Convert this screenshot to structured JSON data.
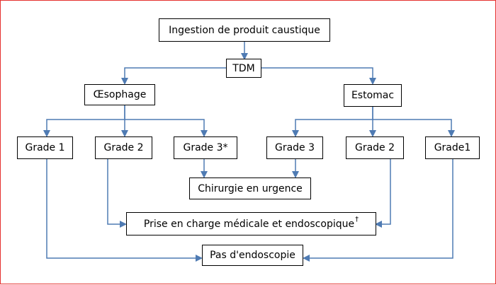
{
  "colors": {
    "arrow": "#4f7bb3",
    "border": "#e5312f",
    "box_border": "#000000"
  },
  "nodes": {
    "ingestion": "Ingestion de produit caustique",
    "tdm": "TDM",
    "oesophage": "Œsophage",
    "estomac": "Estomac",
    "oeso_grade1": "Grade 1",
    "oeso_grade2": "Grade 2",
    "oeso_grade3": "Grade 3*",
    "est_grade3": "Grade 3",
    "est_grade2": "Grade 2",
    "est_grade1": "Grade1",
    "chirurgie": "Chirurgie en urgence",
    "prise_en_charge": "Prise en charge médicale et endoscopique",
    "prise_en_charge_mark": "†",
    "pas_endoscopie": "Pas d'endoscopie"
  },
  "edges": [
    [
      "ingestion",
      "tdm"
    ],
    [
      "tdm",
      "oesophage"
    ],
    [
      "tdm",
      "estomac"
    ],
    [
      "oesophage",
      "oeso_grade1"
    ],
    [
      "oesophage",
      "oeso_grade2"
    ],
    [
      "oesophage",
      "oeso_grade3"
    ],
    [
      "estomac",
      "est_grade3"
    ],
    [
      "estomac",
      "est_grade2"
    ],
    [
      "estomac",
      "est_grade1"
    ],
    [
      "oeso_grade3",
      "chirurgie"
    ],
    [
      "est_grade3",
      "chirurgie"
    ],
    [
      "oeso_grade2",
      "prise_en_charge"
    ],
    [
      "est_grade2",
      "prise_en_charge"
    ],
    [
      "oeso_grade1",
      "pas_endoscopie"
    ],
    [
      "est_grade1",
      "pas_endoscopie"
    ]
  ]
}
